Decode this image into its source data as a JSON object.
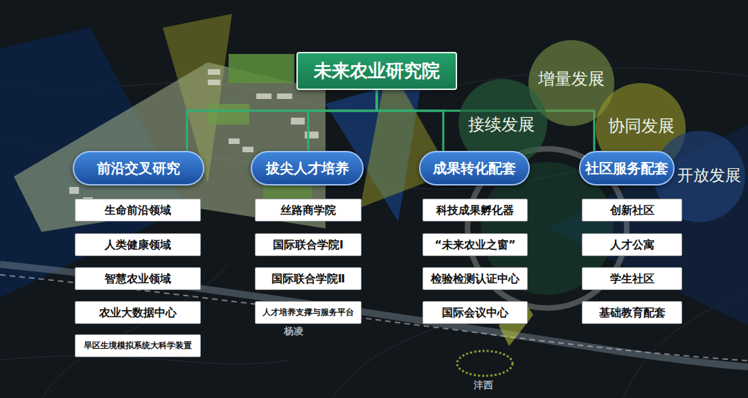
{
  "diagram": {
    "nodes": [
      {
        "text": [
          "未来农业研究院"
        ]
      },
      {
        "text": [
          "前沿交叉研究"
        ]
      },
      {
        "text": [
          "拔尖人才培养"
        ]
      },
      {
        "text": [
          "成果转化配套"
        ]
      },
      {
        "text": [
          "社区服务配套"
        ]
      },
      {
        "text": [
          "生命前沿领域"
        ]
      },
      {
        "text": [
          "人类健康领域"
        ]
      },
      {
        "text": [
          "智慧农业领域"
        ]
      },
      {
        "text": [
          "农业大数据中心"
        ]
      },
      {
        "text": [
          "旱区生境模拟系统大科学装置"
        ]
      },
      {
        "text": [
          "丝路商学院"
        ]
      },
      {
        "text": [
          "国际联合学院Ⅰ"
        ]
      },
      {
        "text": [
          "国际联合学院Ⅱ"
        ]
      },
      {
        "text": [
          "人才培养支撑与服务平台"
        ]
      },
      {
        "text": [
          "科技成果孵化器"
        ]
      },
      {
        "text": [
          "“未来农业之窗”"
        ]
      },
      {
        "text": [
          "检验检测认证中心"
        ]
      },
      {
        "text": [
          "国际会议中心"
        ]
      },
      {
        "text": [
          "创新社区"
        ]
      },
      {
        "text": [
          "人才公寓"
        ]
      },
      {
        "text": [
          "学生社区"
        ]
      },
      {
        "text": [
          "基础教育配套"
        ]
      },
      {
        "text": [
          "增量发展"
        ]
      },
      {
        "text": [
          "接续发展"
        ]
      },
      {
        "text": [
          "协同发展"
        ]
      },
      {
        "text": [
          "开放发展"
        ]
      }
    ],
    "edges": [
      {
        "from": 0,
        "to": 1,
        "arrow": "none"
      },
      {
        "from": 0,
        "to": 2,
        "arrow": "none"
      },
      {
        "from": 0,
        "to": 3,
        "arrow": "none"
      },
      {
        "from": 0,
        "to": 4,
        "arrow": "none"
      }
    ],
    "labels": [
      "杨凌",
      "沣西"
    ]
  }
}
